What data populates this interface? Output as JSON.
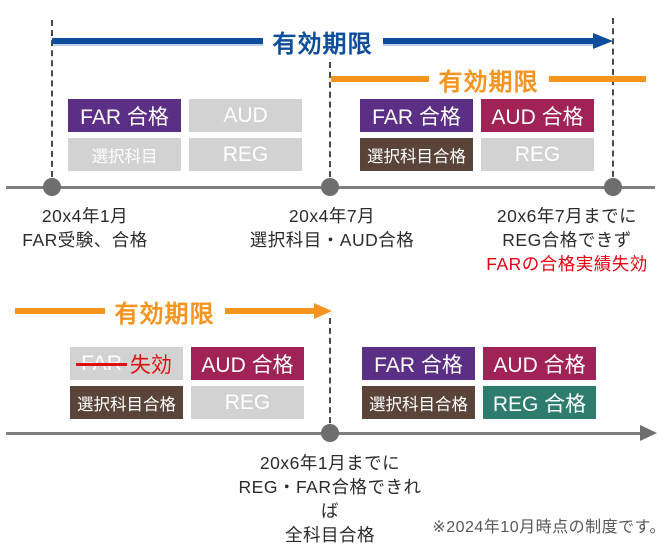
{
  "palette": {
    "blue": "#0d4d9c",
    "orange": "#f5941f",
    "purple": "#5b2f86",
    "maroon": "#a02256",
    "brown": "#5a4339",
    "teal": "#2d7c6d",
    "gray_box": "#d2d2d2",
    "red": "#e60012",
    "timeline_gray": "#7f7f7f",
    "dot_gray": "#6e6e6e",
    "note_gray": "#595757"
  },
  "top": {
    "blue_arrow": {
      "label": "有効期限"
    },
    "orange_line": {
      "label": "有効期限"
    },
    "group1": {
      "boxes": [
        {
          "label": "FAR 合格"
        },
        {
          "label": "AUD"
        },
        {
          "label": "選択科目"
        },
        {
          "label": "REG"
        }
      ]
    },
    "group2": {
      "boxes": [
        {
          "label": "FAR 合格"
        },
        {
          "label": "AUD 合格"
        },
        {
          "label": "選択科目合格"
        },
        {
          "label": "REG"
        }
      ]
    },
    "milestones": [
      {
        "lines": [
          "20x4年1月",
          "FAR受験、合格"
        ]
      },
      {
        "lines": [
          "20x4年7月",
          "選択科目・AUD合格"
        ]
      },
      {
        "lines": [
          "20x6年7月までに",
          "REG合格できず"
        ],
        "highlight": "FARの合格実績失効"
      }
    ]
  },
  "bottom": {
    "orange_arrow": {
      "label": "有効期限"
    },
    "group3": {
      "far_strike": "FAR",
      "far_suffix": "失効",
      "boxes": [
        {
          "label": "AUD 合格"
        },
        {
          "label": "選択科目合格"
        },
        {
          "label": "REG"
        }
      ]
    },
    "group4": {
      "boxes": [
        {
          "label": "FAR 合格"
        },
        {
          "label": "AUD 合格"
        },
        {
          "label": "選択科目合格"
        },
        {
          "label": "REG 合格"
        }
      ]
    },
    "milestone": {
      "lines": [
        "20x6年1月までに",
        "REG・FAR合格できれば",
        "全科目合格"
      ]
    },
    "note": "※2024年10月時点の制度です。"
  }
}
